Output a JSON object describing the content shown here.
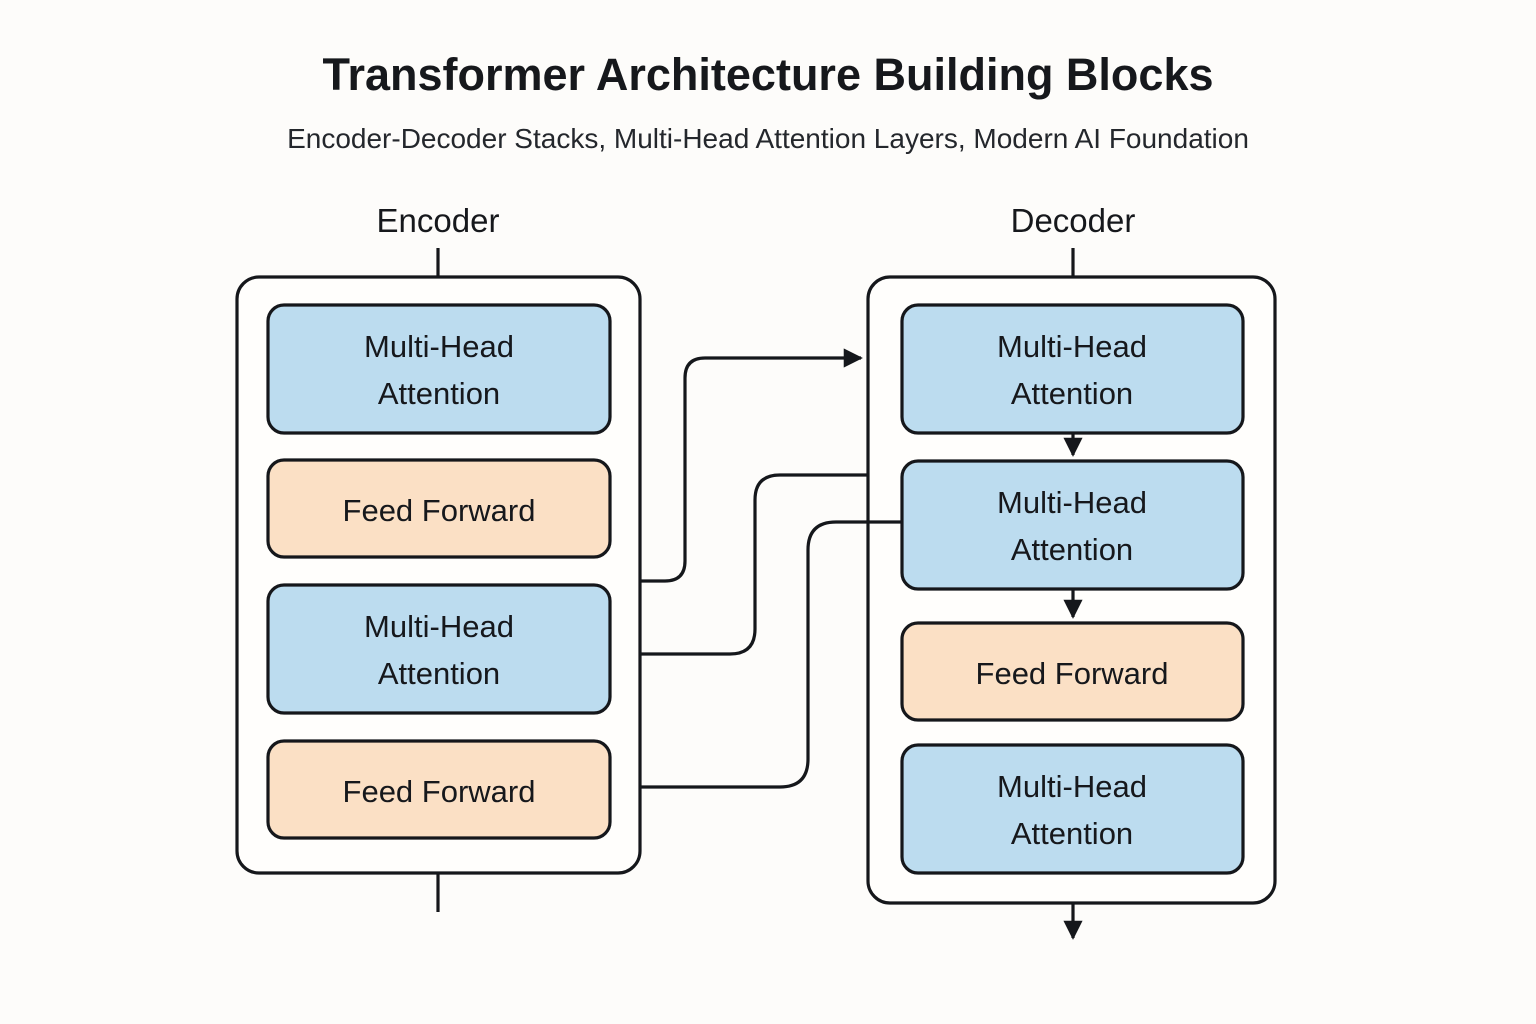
{
  "header": {
    "title": "Transformer Architecture Building Blocks",
    "subtitle": "Encoder-Decoder Stacks, Multi-Head Attention Layers, Modern AI Foundation"
  },
  "colors": {
    "background": "#fdfcfa",
    "container_fill": "#fffefc",
    "stroke": "#15171b",
    "attention_fill": "#bcdcef",
    "feedforward_fill": "#fbe0c5",
    "text": "#16181c"
  },
  "stacks": [
    {
      "id": "encoder",
      "label": "Encoder",
      "blocks": [
        {
          "id": "enc-block-1",
          "label": "Multi-Head Attention",
          "lines": [
            "Multi-Head",
            "Attention"
          ],
          "kind": "attention",
          "fill": "#bcdcef"
        },
        {
          "id": "enc-block-2",
          "label": "Feed Forward",
          "lines": [
            "Feed Forward"
          ],
          "kind": "feedforward",
          "fill": "#fbe0c5"
        },
        {
          "id": "enc-block-3",
          "label": "Multi-Head Attention",
          "lines": [
            "Multi-Head",
            "Attention"
          ],
          "kind": "attention",
          "fill": "#bcdcef"
        },
        {
          "id": "enc-block-4",
          "label": "Feed Forward",
          "lines": [
            "Feed Forward"
          ],
          "kind": "feedforward",
          "fill": "#fbe0c5"
        }
      ]
    },
    {
      "id": "decoder",
      "label": "Decoder",
      "blocks": [
        {
          "id": "dec-block-1",
          "label": "Multi-Head Attention",
          "lines": [
            "Multi-Head",
            "Attention"
          ],
          "kind": "attention",
          "fill": "#bcdcef"
        },
        {
          "id": "dec-block-2",
          "label": "Multi-Head Attention",
          "lines": [
            "Multi-Head",
            "Attention"
          ],
          "kind": "attention",
          "fill": "#bcdcef"
        },
        {
          "id": "dec-block-3",
          "label": "Feed Forward",
          "lines": [
            "Feed Forward"
          ],
          "kind": "feedforward",
          "fill": "#fbe0c5"
        },
        {
          "id": "dec-block-4",
          "label": "Multi-Head Attention",
          "lines": [
            "Multi-Head",
            "Attention"
          ],
          "kind": "attention",
          "fill": "#bcdcef"
        }
      ]
    }
  ],
  "connectors": [
    {
      "id": "enc-to-dec-1",
      "from": "encoder",
      "to": "dec-block-1",
      "arrow": true
    },
    {
      "id": "enc-to-dec-2",
      "from": "encoder",
      "to": "dec-block-2",
      "arrow": false
    },
    {
      "id": "enc-to-dec-3",
      "from": "encoder",
      "to": "dec-block-2",
      "arrow": false
    },
    {
      "id": "dec-internal-1",
      "from": "dec-block-1",
      "to": "dec-block-2",
      "arrow": true
    },
    {
      "id": "dec-internal-2",
      "from": "dec-block-2",
      "to": "dec-block-3",
      "arrow": true
    },
    {
      "id": "encoder-label-stem",
      "from": "encoder-label",
      "to": "encoder",
      "arrow": false
    },
    {
      "id": "decoder-label-stem",
      "from": "decoder-label",
      "to": "decoder",
      "arrow": false
    },
    {
      "id": "encoder-output-stem",
      "from": "encoder",
      "to": "output",
      "arrow": false
    },
    {
      "id": "decoder-output-arrow",
      "from": "decoder",
      "to": "output",
      "arrow": true
    }
  ]
}
